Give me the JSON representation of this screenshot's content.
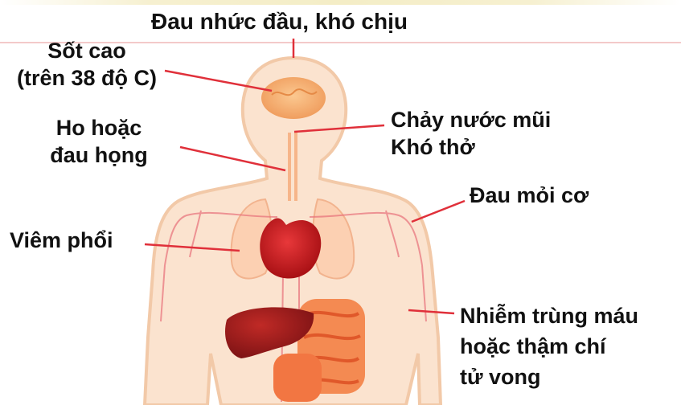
{
  "diagram": {
    "labels": [
      {
        "id": "headache",
        "lines": [
          "Đau nhức đầu, khó chịu"
        ]
      },
      {
        "id": "fever",
        "lines": [
          "Sốt cao",
          "(trên 38 độ C)"
        ]
      },
      {
        "id": "cough",
        "lines": [
          "Ho hoặc",
          "đau họng"
        ]
      },
      {
        "id": "runny-nose",
        "lines": [
          "Chảy nước mũi",
          "Khó thở"
        ]
      },
      {
        "id": "muscle-ache",
        "lines": [
          "Đau mỏi cơ"
        ]
      },
      {
        "id": "pneumonia",
        "lines": [
          "Viêm phổi"
        ]
      },
      {
        "id": "sepsis",
        "lines": [
          "Nhiễm trùng máu",
          "hoặc thậm chí",
          "tử vong"
        ]
      }
    ]
  },
  "colors": {
    "body_outline": "#f2c9a8",
    "body_fill": "#fbe3cf",
    "brain": "#f5a86a",
    "heart": "#c8181c",
    "liver": "#9c1a1a",
    "intestine": "#f06e36",
    "lung": "#fcd0b2",
    "leader_line": "#e0303a"
  }
}
